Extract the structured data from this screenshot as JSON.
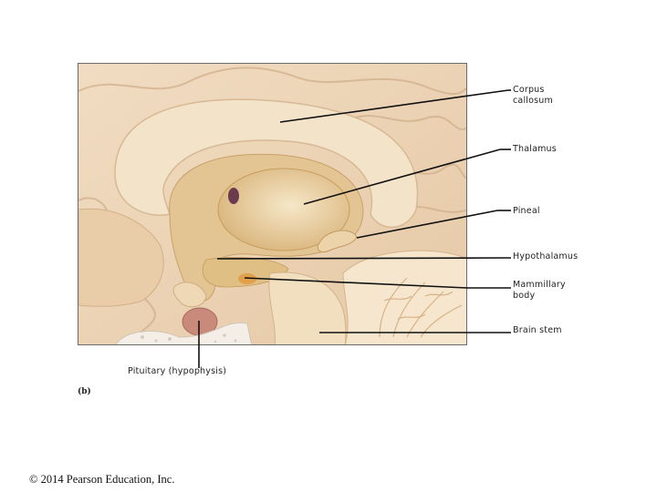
{
  "labels": {
    "corpus_callosum": "Corpus callosum",
    "thalamus": "Thalamus",
    "pineal": "Pineal",
    "hypothalamus": "Hypothalamus",
    "mammillary_body": "Mammillary body",
    "brain_stem": "Brain stem",
    "pituitary": "Pituitary (hypophysis)"
  },
  "panel_letter": "(b)",
  "copyright": "© 2014 Pearson Education, Inc.",
  "colors": {
    "cortex": "#ecd3b6",
    "callosum": "#f3e3c8",
    "thalamus": "#e2c187",
    "pituitary": "#c98a7c",
    "leader": "#111111"
  }
}
